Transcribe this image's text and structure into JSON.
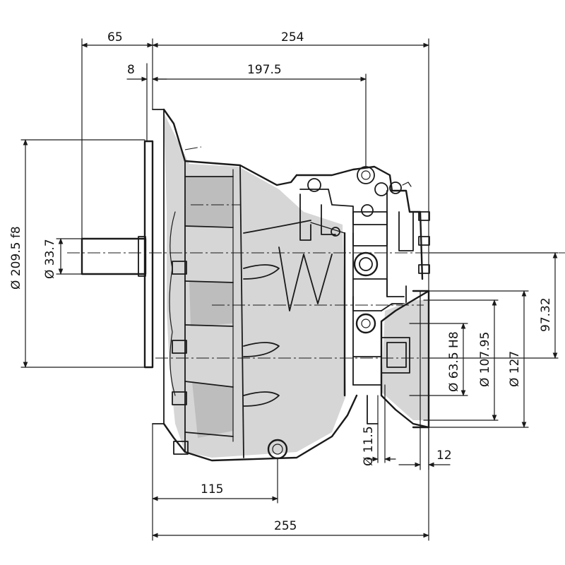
{
  "dimensions": {
    "d65": "65",
    "d254": "254",
    "d8": "8",
    "d197_5": "197.5",
    "d209_5": "Ø 209.5  f8",
    "d33_7": "Ø 33.7",
    "d97_32": "97.32",
    "d127": "Ø 127",
    "d107_95": "Ø 107.95",
    "d63_5": "Ø 63.5  H8",
    "d11_5": "Ø 11.5",
    "d12": "12",
    "d115": "115",
    "d255": "255"
  }
}
